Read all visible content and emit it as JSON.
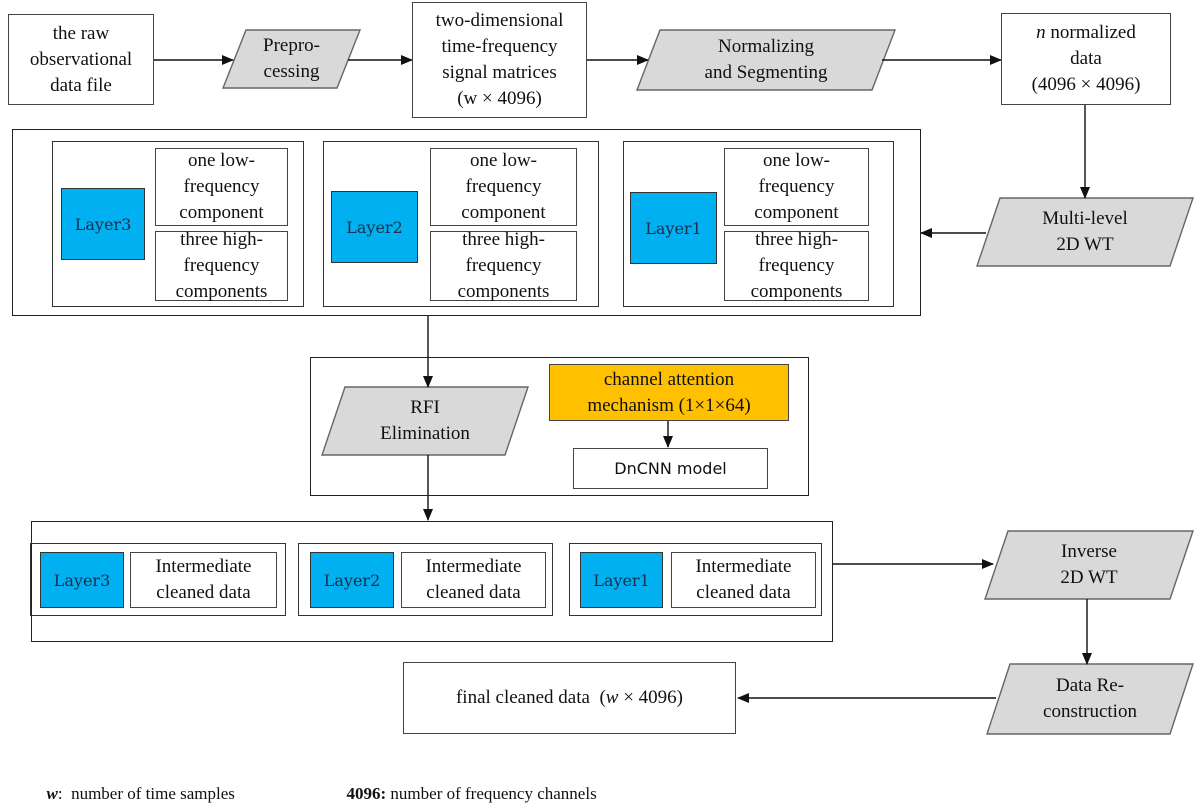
{
  "nodes": {
    "raw": "the raw\nobservational\ndata file",
    "preprocessing": "Prepro-\ncessing",
    "tf_matrices_text": "two-dimensional\ntime-frequency\nsignal matrices",
    "tf_matrices_dim": "(w × 4096)",
    "normalizing": "Normalizing\nand Segmenting",
    "normalized_n": "n",
    "normalized_text": " normalized\ndata\n(4096 × 4096)",
    "wt": "Multi-level\n2D WT",
    "rfi": "RFI\nElimination",
    "attention": "channel attention\nmechanism (1×1×64)",
    "dncnn": "DnCNN model",
    "inverse": "Inverse\n2D WT",
    "reconstruction": "Data Re-\nconstruction",
    "final_text": "final cleaned data  (",
    "final_w": "w",
    "final_dim": " × 4096)"
  },
  "decomposition": [
    {
      "layer": "Layer3",
      "low": "one low-\nfrequency\ncomponent",
      "high": "three high-\nfrequency\ncomponents"
    },
    {
      "layer": "Layer2",
      "low": "one low-\nfrequency\ncomponent",
      "high": "three high-\nfrequency\ncomponents"
    },
    {
      "layer": "Layer1",
      "low": "one low-\nfrequency\ncomponent",
      "high": "three high-\nfrequency\ncomponents"
    }
  ],
  "intermediate": [
    {
      "layer": "Layer3",
      "text": "Intermediate\ncleaned data"
    },
    {
      "layer": "Layer2",
      "text": "Intermediate\ncleaned data"
    },
    {
      "layer": "Layer1",
      "text": "Intermediate\ncleaned data"
    }
  ],
  "legend": {
    "w_key": "w",
    "w_desc": ":  number of time samples",
    "f_key": "4096:",
    "f_desc": " number of frequency channels"
  },
  "colors": {
    "layer_fill": "#00b0f0",
    "process_fill": "#d9d9d9",
    "attention_fill": "#ffc000"
  }
}
